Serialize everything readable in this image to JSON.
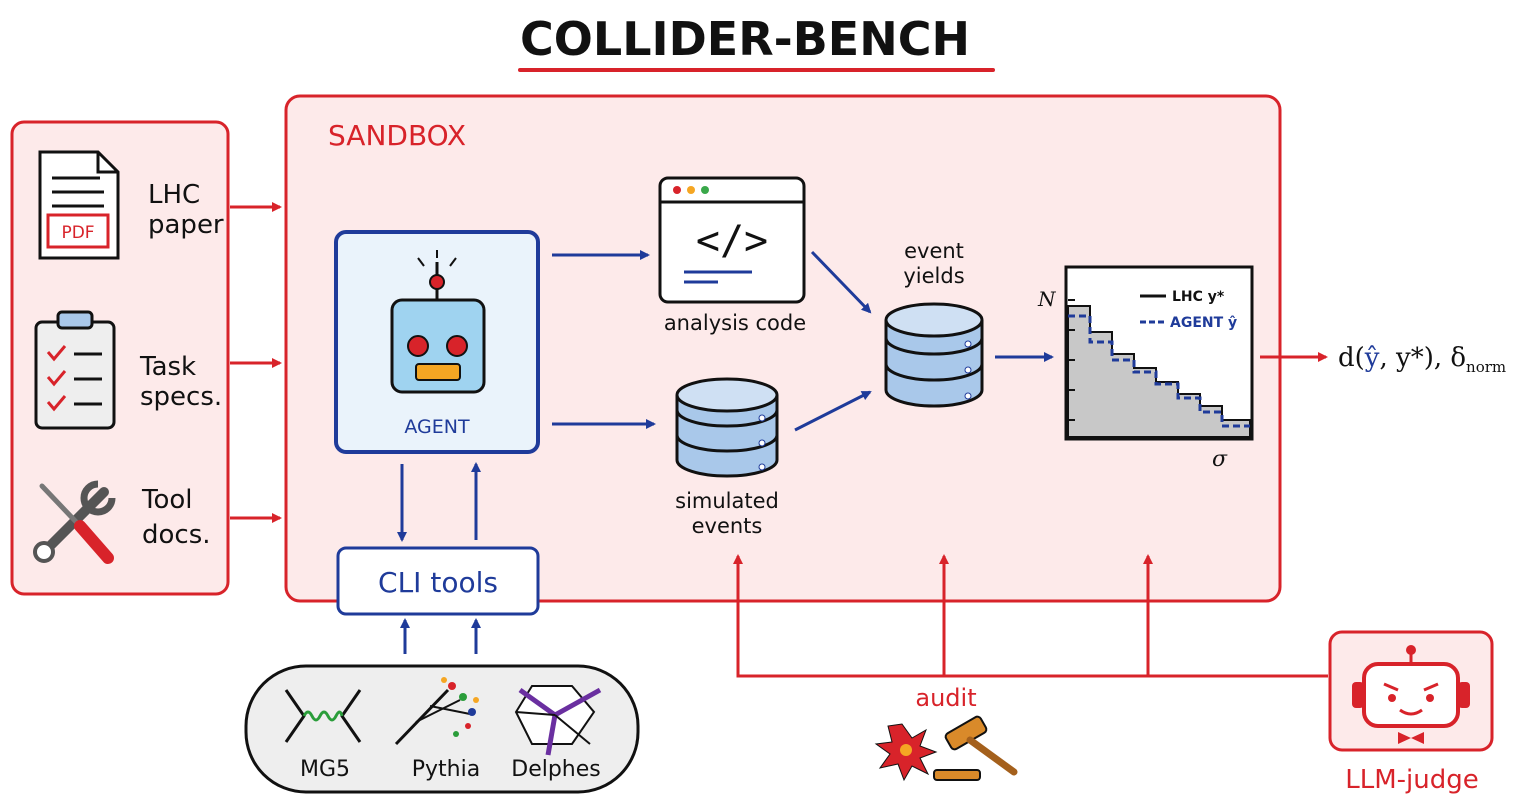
{
  "title": "COLLIDER-BENCH",
  "sandbox_label": "SANDBOX",
  "inputs": [
    {
      "line1": "LHC",
      "line2": "paper",
      "icon": "pdf-document-icon",
      "badge": "PDF"
    },
    {
      "line1": "Task",
      "line2": "specs.",
      "icon": "clipboard-checklist-icon"
    },
    {
      "line1": "Tool",
      "line2": "docs.",
      "icon": "wrench-screwdriver-icon"
    }
  ],
  "agent_label": "AGENT",
  "cli_tools_label": "CLI tools",
  "analysis_code_label": "analysis code",
  "simulated_events": {
    "line1": "simulated",
    "line2": "events"
  },
  "event_yields": {
    "line1": "event",
    "line2": "yields"
  },
  "histogram": {
    "y_axis": "N",
    "x_axis": "σ",
    "legend_lhc": "LHC y*",
    "legend_agent": "AGENT ŷ"
  },
  "output_formula": {
    "prefix": "d(",
    "yhat": "ŷ",
    "rest": ", y*), δ",
    "sub": "norm"
  },
  "tools": [
    "MG5",
    "Pythia",
    "Delphes"
  ],
  "audit_label": "audit",
  "judge_label": "LLM-judge",
  "colors": {
    "red": "#d8232a",
    "blue": "#1f3b9a",
    "sandbox_fill": "#fdeaea",
    "db_fill": "#a9c8ea"
  }
}
